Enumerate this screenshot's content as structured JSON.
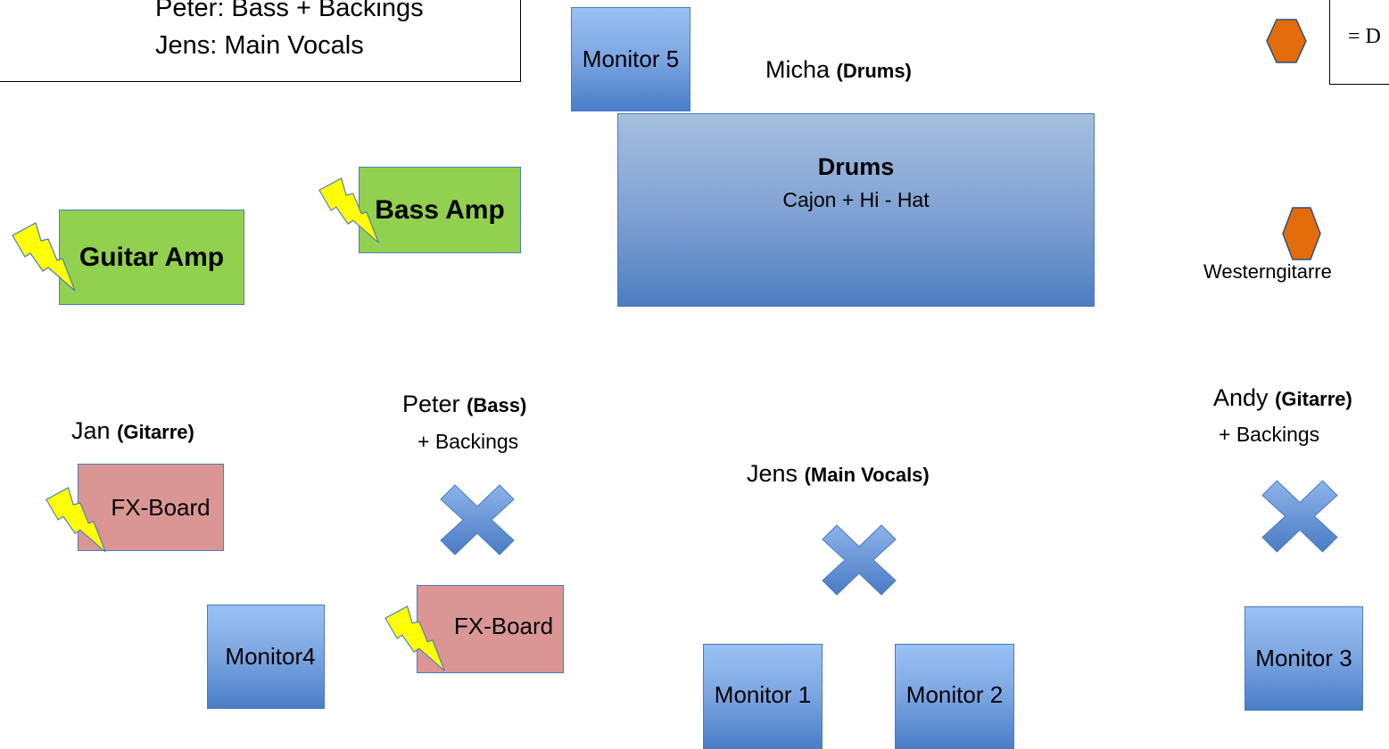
{
  "legend": {
    "line1": "Peter: Bass + Backings",
    "line2": "Jens: Main Vocals"
  },
  "legend_right": {
    "symbol_text": "= D"
  },
  "monitors": {
    "m1": "Monitor 1",
    "m2": "Monitor 2",
    "m3": "Monitor 3",
    "m4": "Monitor4",
    "m5": "Monitor 5"
  },
  "amps": {
    "guitar": "Guitar Amp",
    "bass": "Bass Amp"
  },
  "fx": {
    "jan": "FX-Board",
    "peter": "FX-Board"
  },
  "drums": {
    "title": "Drums",
    "subtitle": "Cajon + Hi - Hat"
  },
  "people": {
    "micha": {
      "name": "Micha",
      "role": "(Drums)"
    },
    "jan": {
      "name": "Jan",
      "role": "(Gitarre)"
    },
    "peter": {
      "name": "Peter",
      "role": "(Bass)",
      "extra": "+ Backings"
    },
    "jens": {
      "name": "Jens",
      "role": "(Main Vocals)"
    },
    "andy": {
      "name": "Andy",
      "role": "(Gitarre)",
      "extra": "+ Backings"
    }
  },
  "westerngitarre": "Westerngitarre",
  "colors": {
    "monitor": "#7fa8e3",
    "amp": "#92d050",
    "fx": "#da9694",
    "hexagon": "#e36c0a",
    "power": "#ffff00",
    "cross": "#6d9ad8"
  },
  "icons": {
    "power": "lightning-bolt-icon",
    "position": "cross-marker-icon",
    "di": "hexagon-icon"
  }
}
